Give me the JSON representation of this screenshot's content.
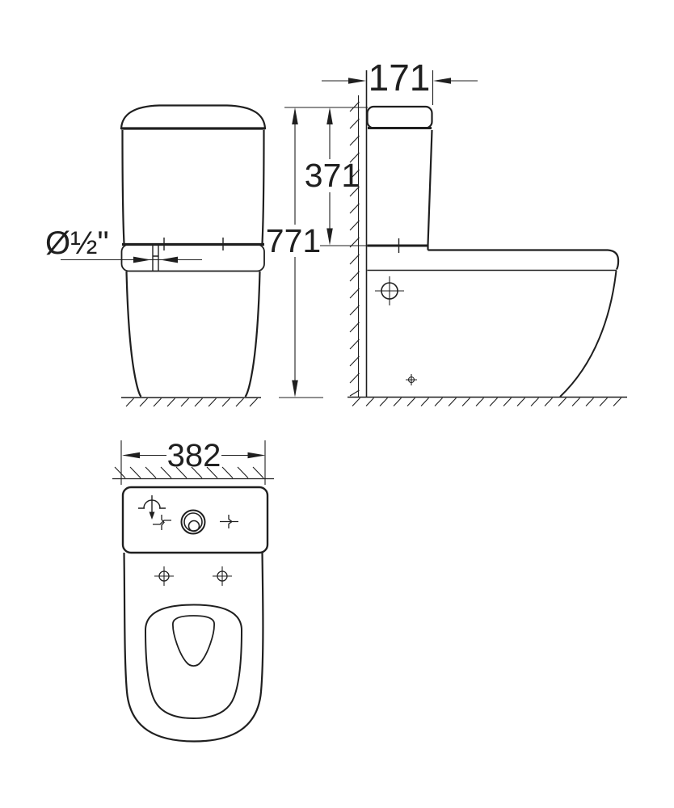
{
  "colors": {
    "background": "#ffffff",
    "line": "#1f1f1f"
  },
  "dimension_labels": {
    "total_height": "771",
    "cistern_height": "371",
    "cistern_depth": "171",
    "width": "382",
    "water_inlet": "Ø½\""
  }
}
